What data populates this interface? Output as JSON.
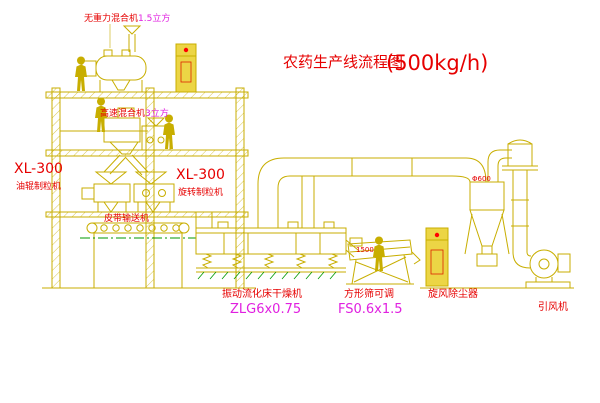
{
  "diagram": {
    "title": "农药生产线流程图",
    "title_capacity": "(500kg/h)"
  },
  "labels": {
    "zero_gravity_mixer_name": "无重力混合机",
    "zero_gravity_mixer_spec": "1.5立方",
    "high_speed_mixer_name": "高速混合机",
    "high_speed_mixer_spec": "3立方",
    "granulator_left_model": "XL-300",
    "granulator_left_name": "油辊制粒机",
    "granulator_right_model": "XL-300",
    "granulator_right_name": "旋转制粒机",
    "belt_conveyor": "皮带输送机",
    "dryer_name": "振动流化床干燥机",
    "dryer_model": "ZLG6x0.75",
    "sieve_name": "方形筛可调",
    "sieve_model": "FS0.6x1.5",
    "sieve_dimension": "1500",
    "cyclone_name": "旋风除尘器",
    "cyclone_dimension": "Φ600",
    "fan_name": "引风机"
  },
  "colors": {
    "equipment_line": "#C8AE00",
    "label_red": "#E60000",
    "model_magenta": "#E020E0",
    "centerline_green": "#009900",
    "background": "#FFFFFF"
  }
}
